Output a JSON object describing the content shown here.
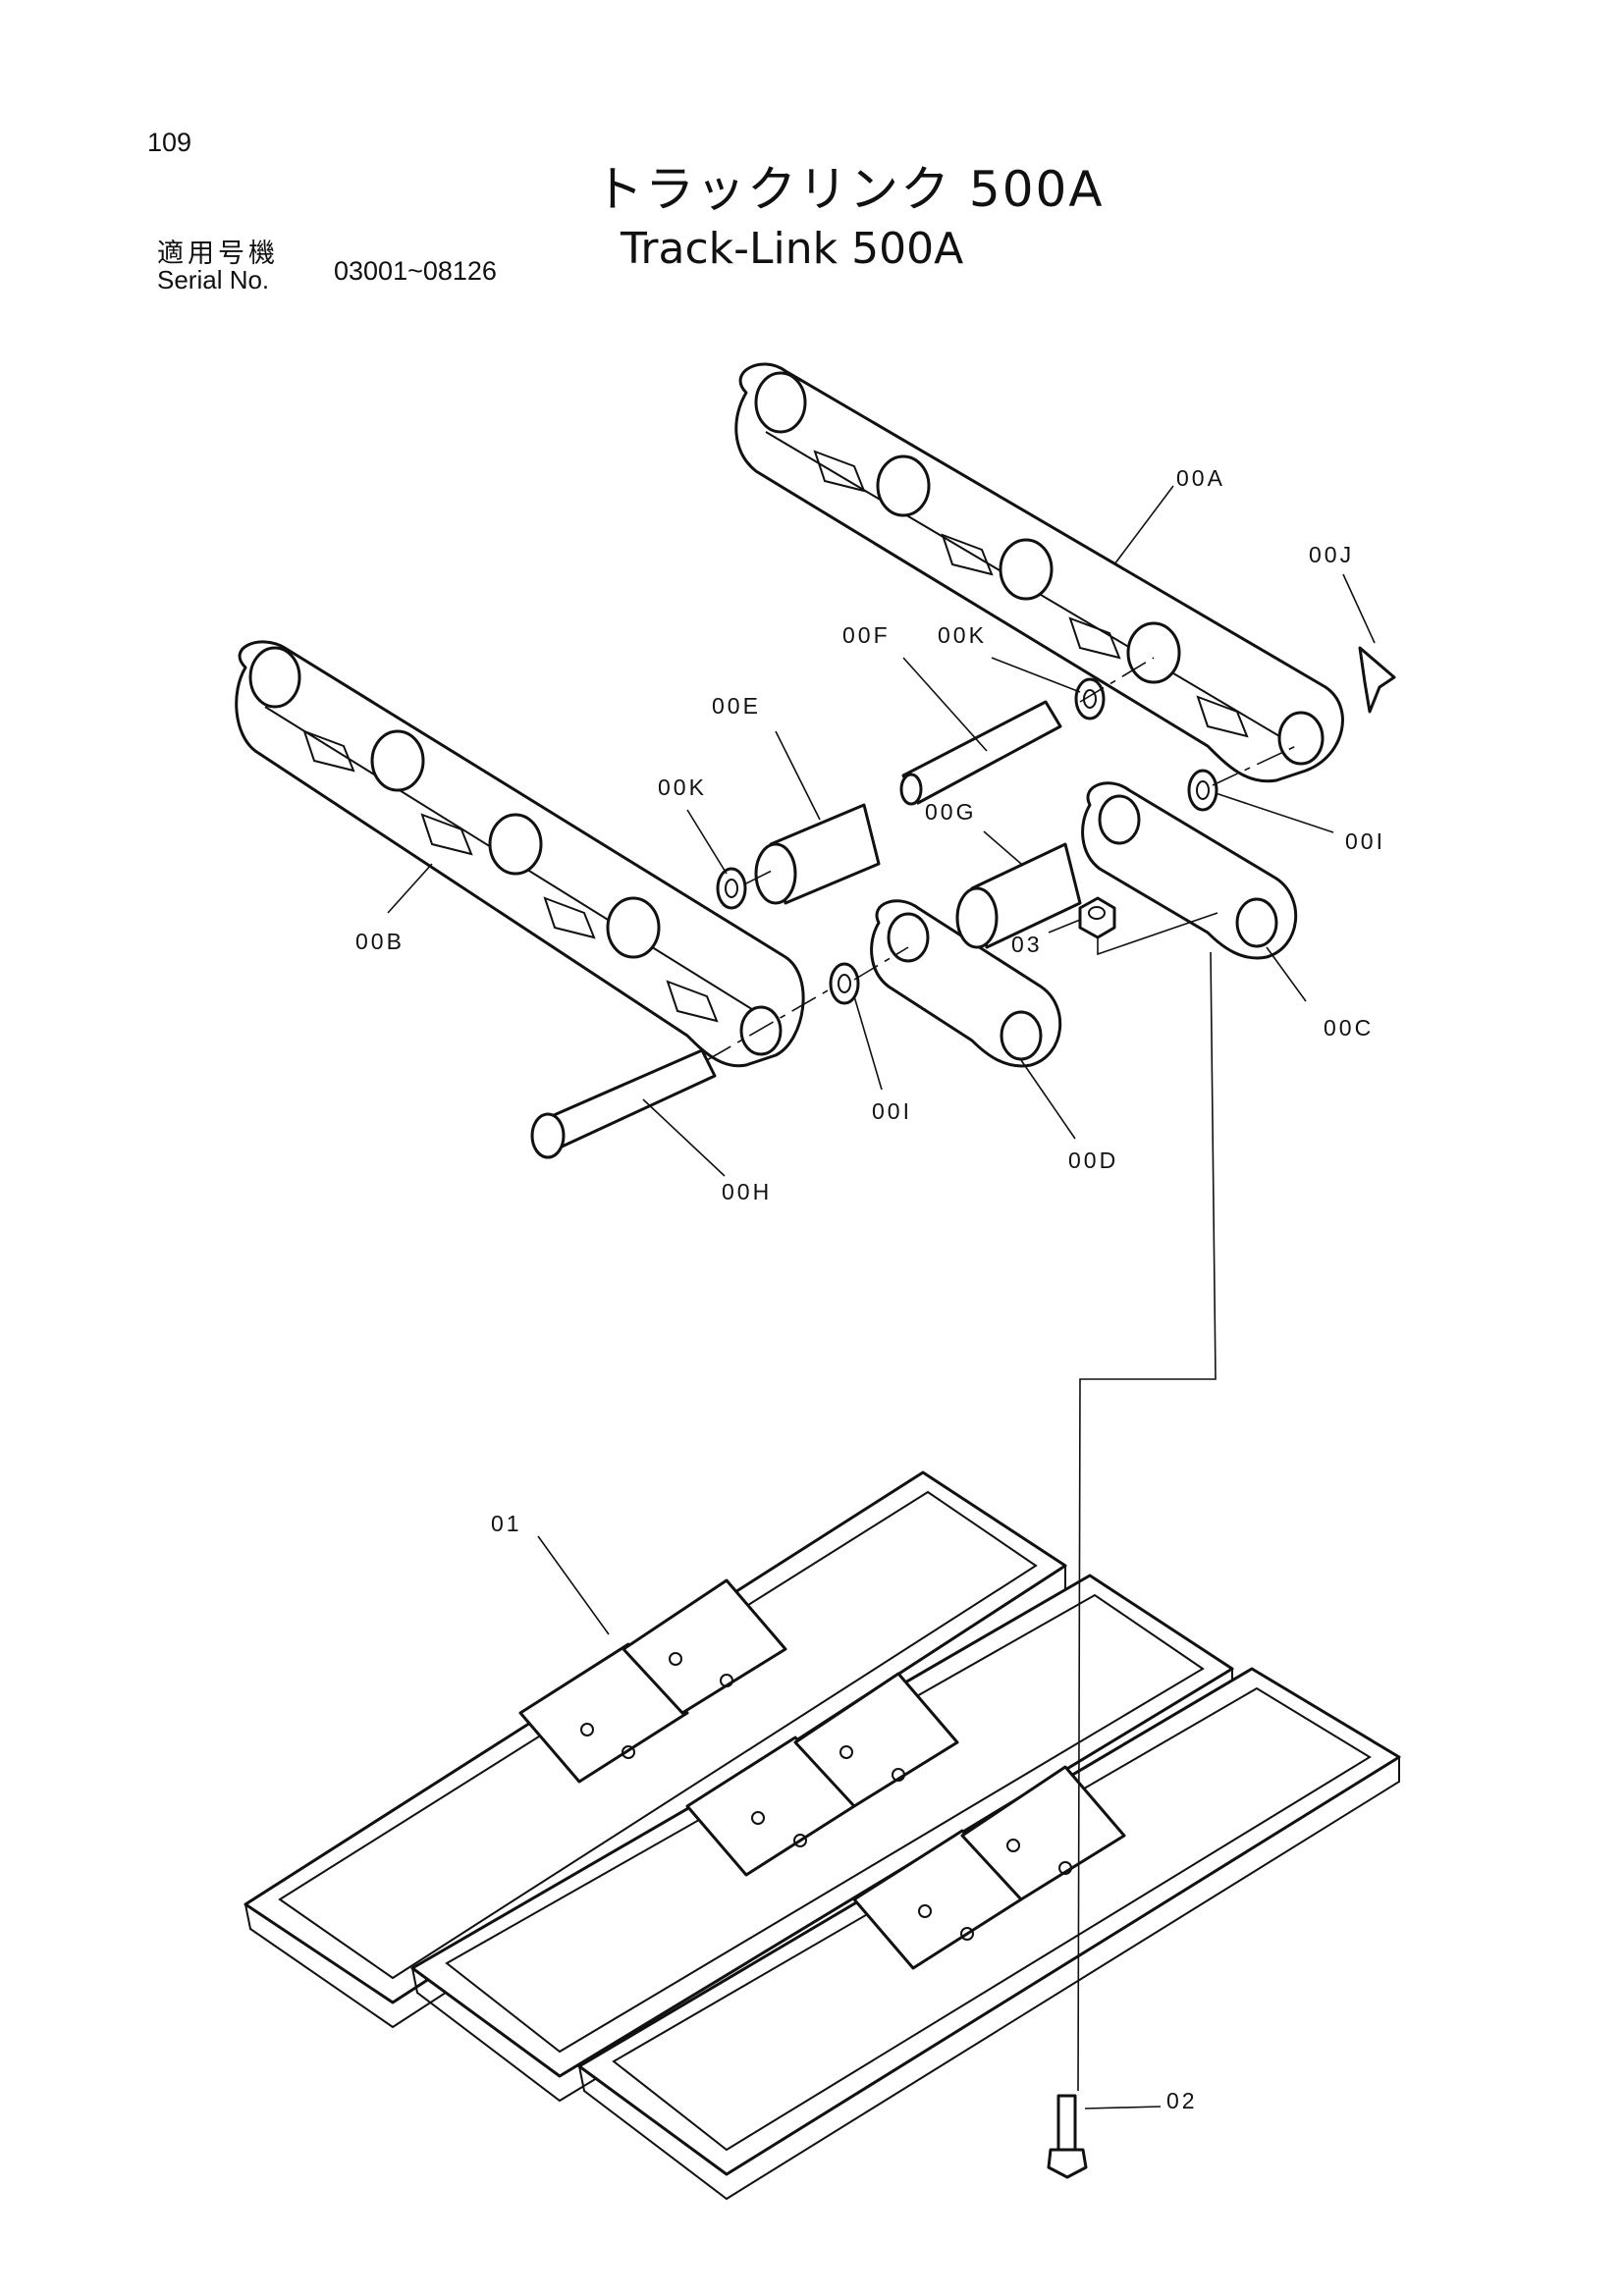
{
  "page_number": "109",
  "title": {
    "japanese": "トラックリンク 500A",
    "english": "Track-Link 500A"
  },
  "serial": {
    "label_japanese": "適用号機",
    "label_english": "Serial No.",
    "range": "03001~08126"
  },
  "callouts": {
    "c00A": "00A",
    "c00J": "00J",
    "c00F": "00F",
    "c00K_top": "00K",
    "c00E": "00E",
    "c00K_left": "00K",
    "c00G": "00G",
    "c00I_right": "00I",
    "c00B": "00B",
    "c03": "03",
    "c00C": "00C",
    "c00I_bottom": "00I",
    "c00D": "00D",
    "c00H": "00H",
    "c01": "01",
    "c02": "02"
  }
}
